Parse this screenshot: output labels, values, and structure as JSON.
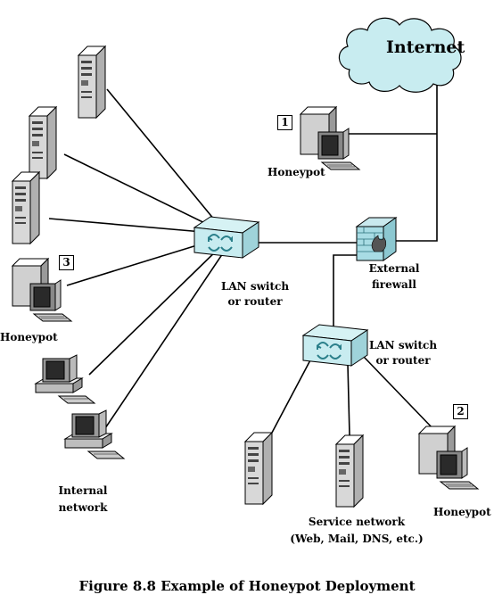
{
  "internet_label": "Internet",
  "honeypot_1": {
    "number": "1",
    "label": "Honeypot"
  },
  "honeypot_2": {
    "number": "2",
    "label": "Honeypot"
  },
  "honeypot_3": {
    "number": "3",
    "label": "Honeypot"
  },
  "firewall": {
    "line1": "External",
    "line2": "firewall"
  },
  "lan_switch_internal": {
    "line1": "LAN switch",
    "line2": "or router"
  },
  "lan_switch_service": {
    "line1": "LAN switch",
    "line2": "or router"
  },
  "internal_network": {
    "line1": "Internal",
    "line2": "network"
  },
  "service_network": {
    "line1": "Service network",
    "line2": "(Web, Mail, DNS, etc.)"
  },
  "caption": "Figure 8.8  Example of Honeypot Deployment",
  "colors": {
    "switch": "#c8ecf0",
    "cloud": "#c8ecf0",
    "firewall": "#a8dce4"
  }
}
